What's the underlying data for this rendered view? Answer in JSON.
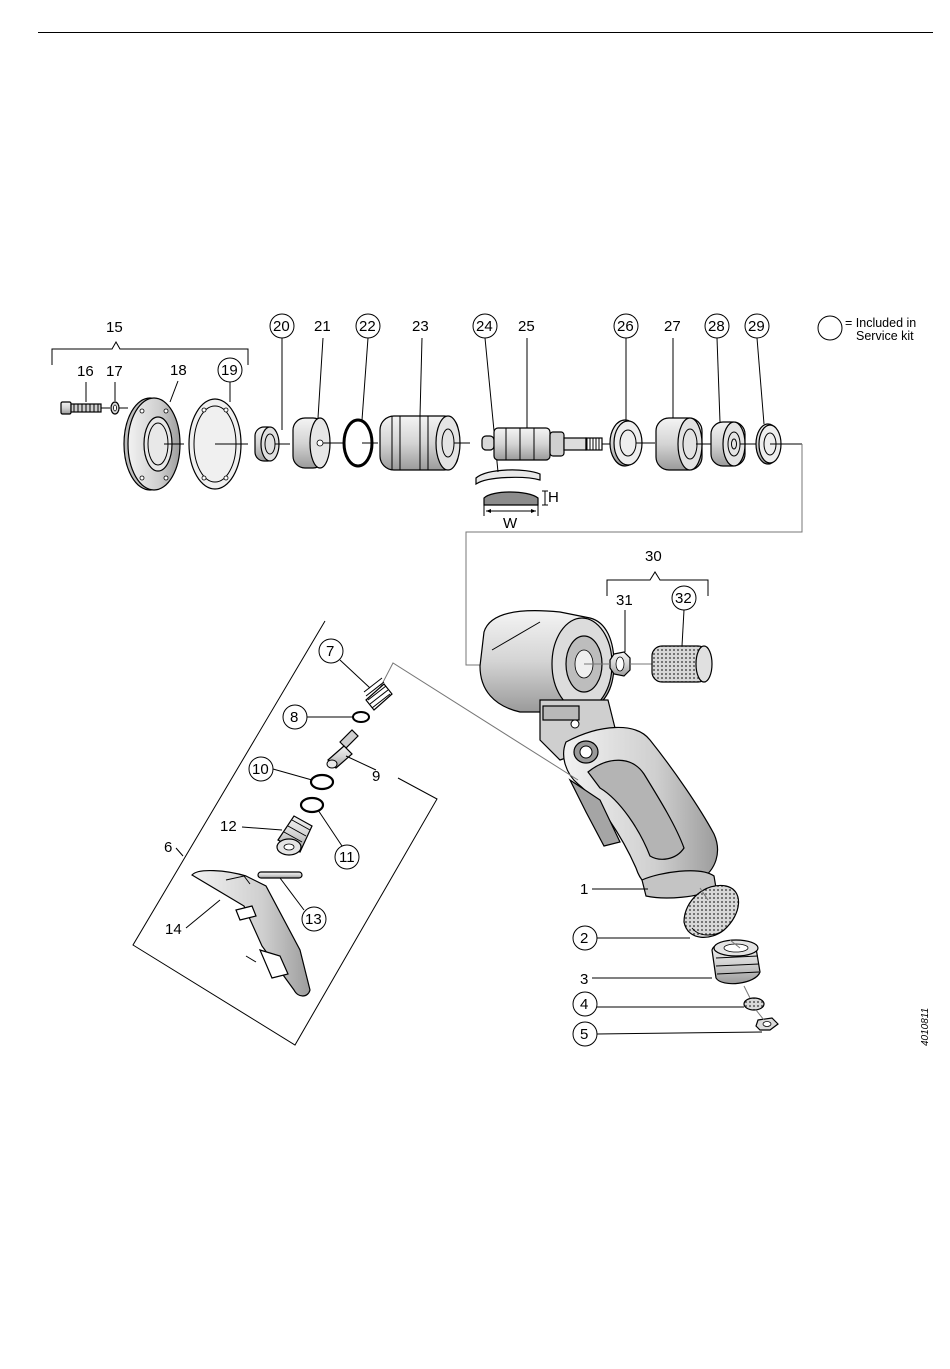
{
  "legend": {
    "line1": "= Included in",
    "line2": "Service kit"
  },
  "image_code": "4010811",
  "dimensions": {
    "height": "H",
    "width": "W"
  },
  "parts": {
    "p1": "1",
    "p2": "2",
    "p3": "3",
    "p4": "4",
    "p5": "5",
    "p6": "6",
    "p7": "7",
    "p8": "8",
    "p9": "9",
    "p10": "10",
    "p11": "11",
    "p12": "12",
    "p13": "13",
    "p14": "14",
    "p15": "15",
    "p16": "16",
    "p17": "17",
    "p18": "18",
    "p19": "19",
    "p20": "20",
    "p21": "21",
    "p22": "22",
    "p23": "23",
    "p24": "24",
    "p25": "25",
    "p26": "26",
    "p27": "27",
    "p28": "28",
    "p29": "29",
    "p30": "30",
    "p31": "31",
    "p32": "32"
  },
  "colors": {
    "line": "#000000",
    "part_fill": "#e6e6e6",
    "part_dark": "#b8b8b8",
    "blade_fill": "#8c8c8c"
  }
}
